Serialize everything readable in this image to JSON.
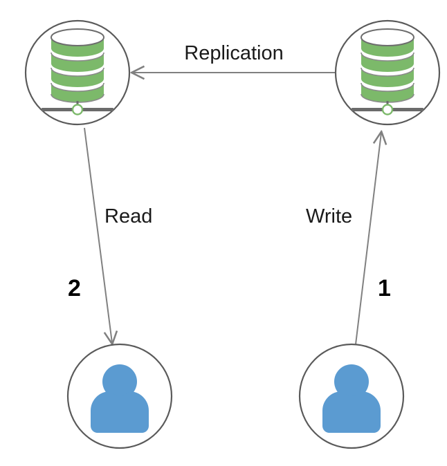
{
  "diagram": {
    "title": "Database replication read/write flow",
    "background_color": "#ffffff",
    "colors": {
      "database_green": "#7cb96a",
      "person_blue": "#5b9bd1",
      "circle_stroke": "#5a5a5a",
      "arrow_gray": "#808080",
      "label_text": "#1a1a1a",
      "step_text": "#000000"
    },
    "nodes": [
      {
        "id": "primary-database",
        "type": "database",
        "role": "replica",
        "icon": "database-icon",
        "position": "top-left"
      },
      {
        "id": "secondary-database",
        "type": "database",
        "role": "primary",
        "icon": "database-icon",
        "position": "top-right"
      },
      {
        "id": "reader-user",
        "type": "user",
        "icon": "user-icon",
        "position": "bottom-left"
      },
      {
        "id": "writer-user",
        "type": "user",
        "icon": "user-icon",
        "position": "bottom-right"
      }
    ],
    "edges": [
      {
        "id": "replication-edge",
        "label": "Replication",
        "from": "secondary-database",
        "to": "primary-database",
        "direction": "right-to-left",
        "step": null
      },
      {
        "id": "read-edge",
        "label": "Read",
        "from": "primary-database",
        "to": "reader-user",
        "direction": "top-to-bottom",
        "step": "2"
      },
      {
        "id": "write-edge",
        "label": "Write",
        "from": "writer-user",
        "to": "secondary-database",
        "direction": "bottom-to-top",
        "step": "1"
      }
    ],
    "labels": {
      "replication": "Replication",
      "read": "Read",
      "write": "Write",
      "step_read": "2",
      "step_write": "1"
    }
  }
}
